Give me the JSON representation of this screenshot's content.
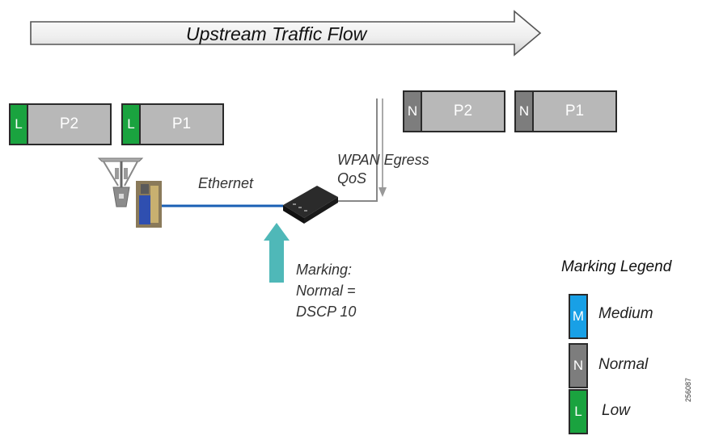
{
  "flow_arrow": {
    "label": "Upstream Traffic Flow"
  },
  "packets_ingress": [
    {
      "marking_letter": "L",
      "marking_class": "low",
      "label": "P2"
    },
    {
      "marking_letter": "L",
      "marking_class": "low",
      "label": "P1"
    }
  ],
  "packets_egress": [
    {
      "marking_letter": "N",
      "marking_class": "normal",
      "label": "P2"
    },
    {
      "marking_letter": "N",
      "marking_class": "normal",
      "label": "P1"
    }
  ],
  "labels": {
    "ethernet": "Ethernet",
    "wpan_line1": "WPAN Egress",
    "wpan_line2": "QoS",
    "marking_line1": "Marking:",
    "marking_line2": "Normal =",
    "marking_line3": "DSCP 10"
  },
  "legend": {
    "title": "Marking Legend",
    "items": [
      {
        "letter": "M",
        "name": "Medium",
        "color": "#18a0e6"
      },
      {
        "letter": "N",
        "name": "Normal",
        "color": "#7d7d7d"
      },
      {
        "letter": "L",
        "name": "Low",
        "color": "#1aa33f"
      }
    ]
  },
  "figure_id": "256087",
  "colors": {
    "ethernet_link": "#1a5fb4",
    "marking_arrow": "#4fb8b8"
  }
}
